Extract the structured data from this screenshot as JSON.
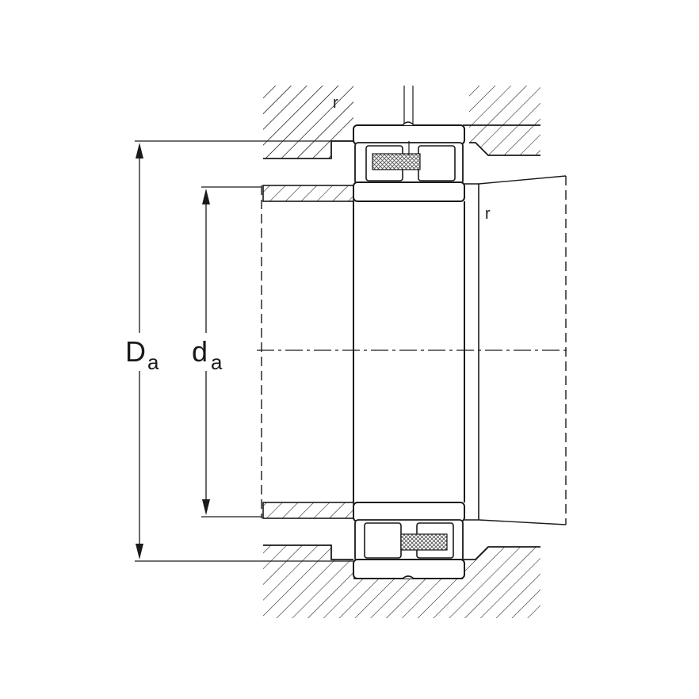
{
  "labels": {
    "outer_shoulder_main": "D",
    "outer_shoulder_sub": "a",
    "inner_shoulder_main": "d",
    "inner_shoulder_sub": "a",
    "fillet_radius_housing": "r",
    "fillet_radius_shaft": "r"
  },
  "colors": {
    "line": "#1a1a1a",
    "background": "#ffffff",
    "cage_fill": "#9a9a9a"
  }
}
